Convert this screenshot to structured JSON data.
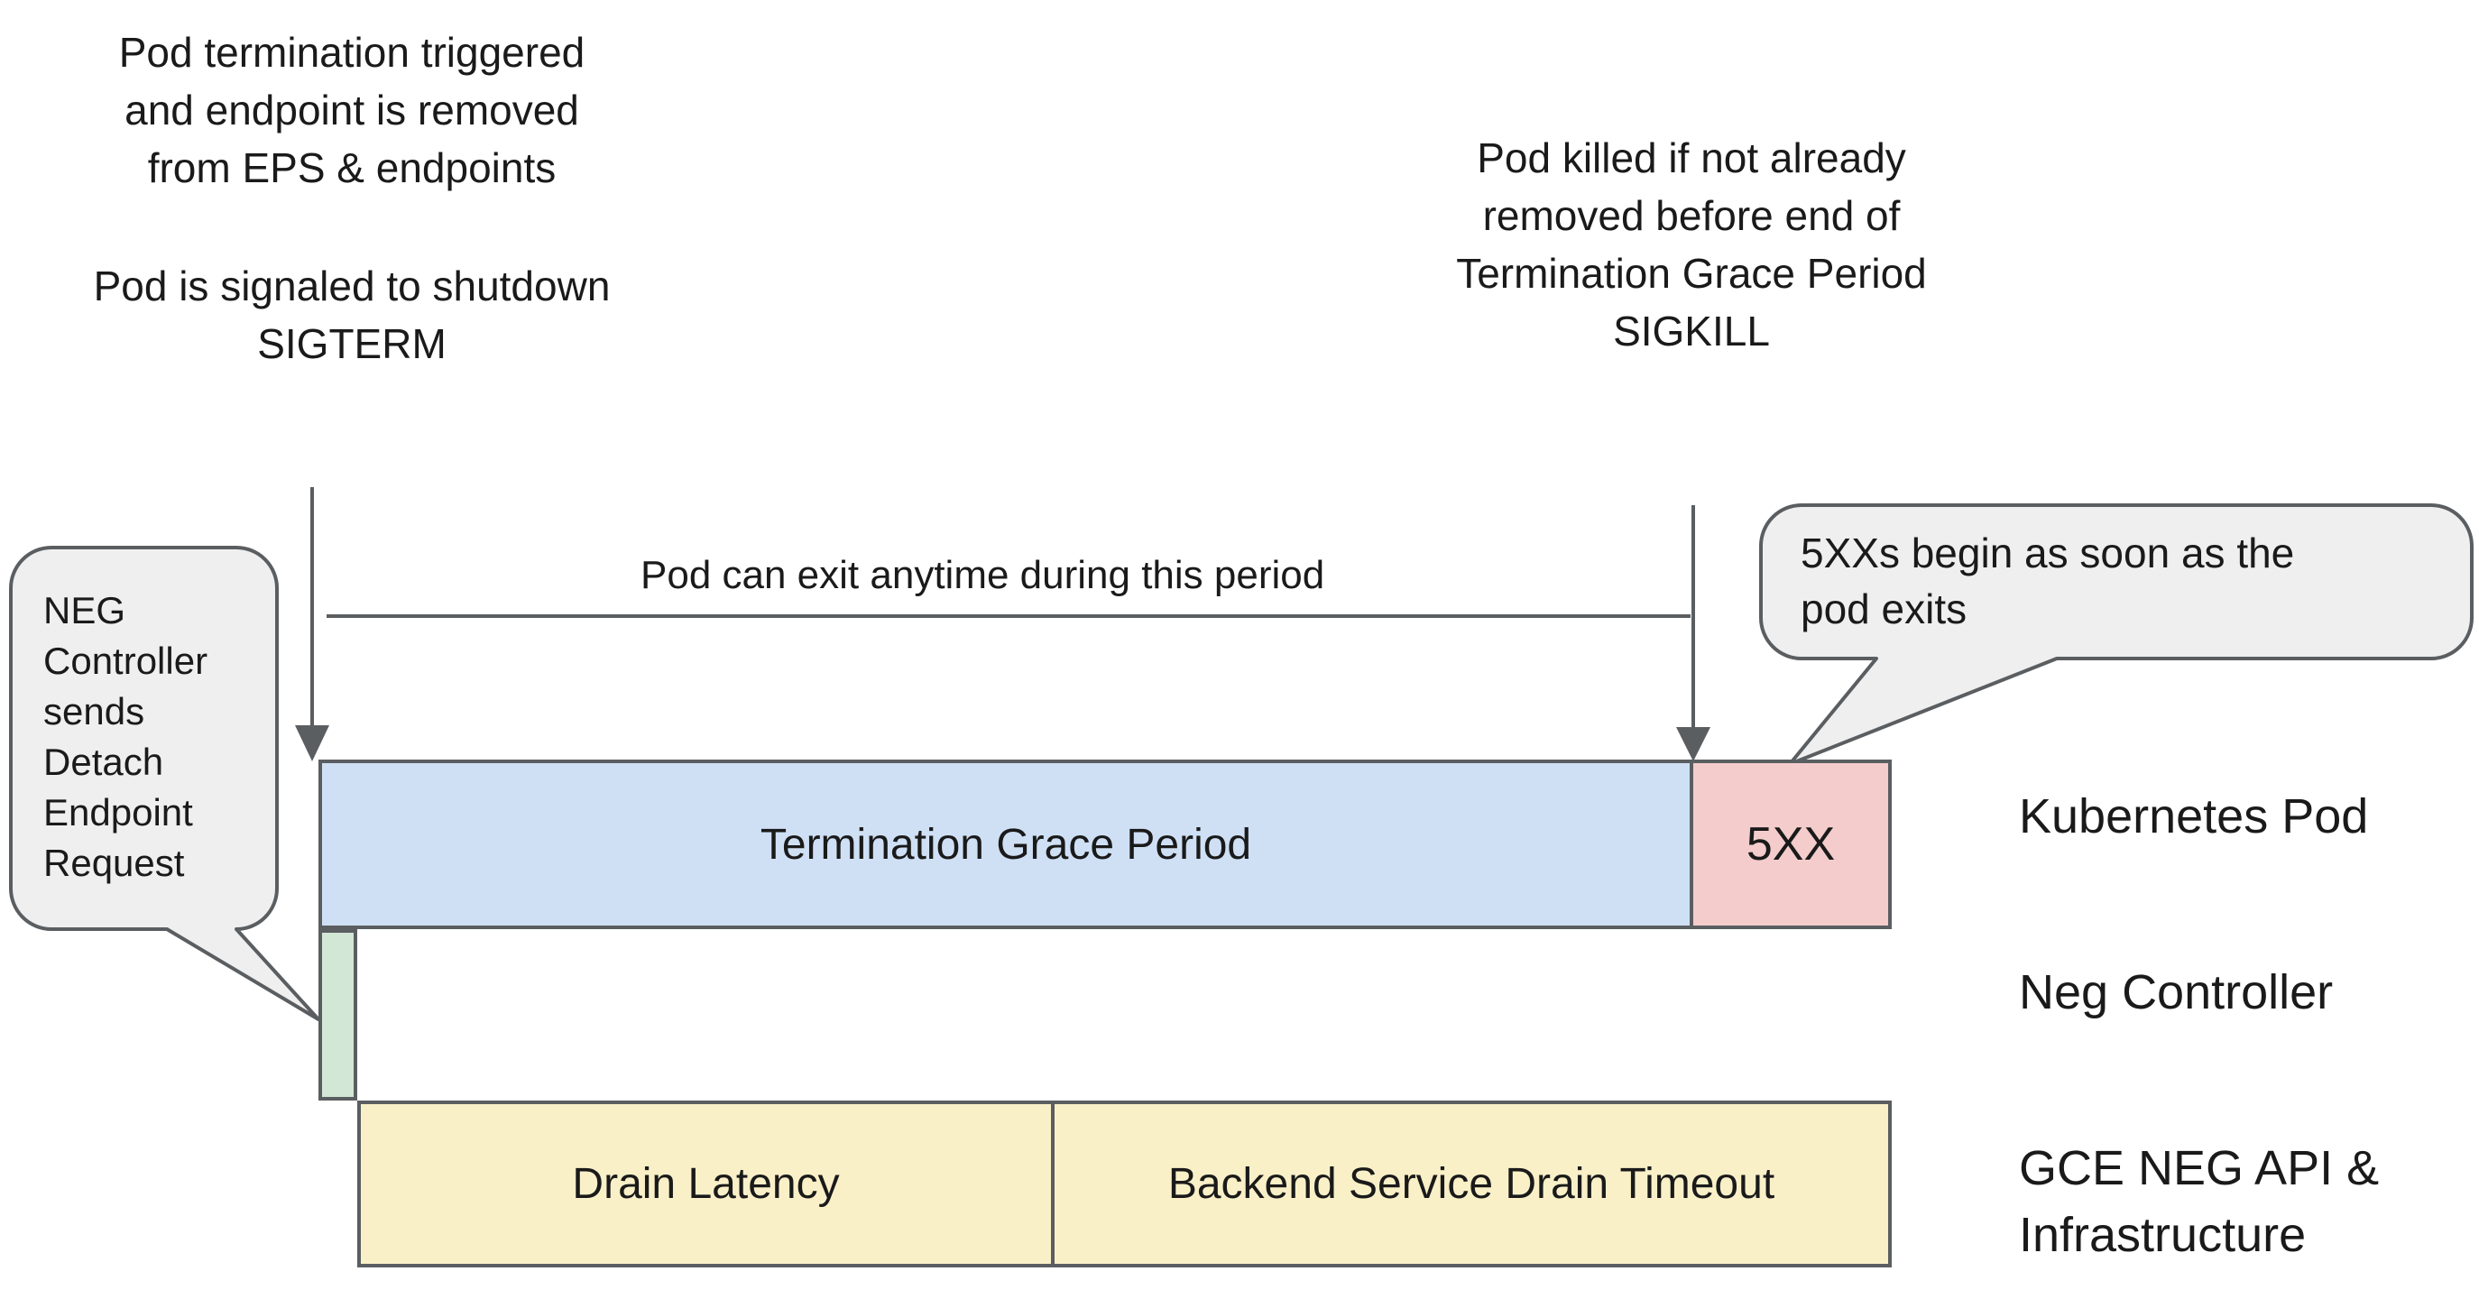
{
  "colors": {
    "grace_blue": "#cfe0f5",
    "error_red": "#f4cccc",
    "detach_green": "#d2e7d5",
    "drain_yellow": "#faf0c8",
    "callout_gray": "#efefef",
    "stroke_gray": "#5b5e61",
    "text_black": "#1a1a1a"
  },
  "annotations": {
    "pod_termination": {
      "line1": "Pod termination triggered",
      "line2": "and endpoint is removed",
      "line3": "from EPS & endpoints"
    },
    "pod_signal": {
      "line1": "Pod is signaled to shutdown",
      "line2": "SIGTERM"
    },
    "pod_killed": {
      "line1": "Pod killed if not already",
      "line2": "removed before end of",
      "line3": "Termination Grace Period",
      "line4": "SIGKILL"
    },
    "exit_period": "Pod can exit anytime during this period"
  },
  "callouts": {
    "neg_controller": {
      "line1": "NEG",
      "line2": "Controller",
      "line3": "sends",
      "line4": "Detach",
      "line5": "Endpoint",
      "line6": "Request"
    },
    "five_xx": {
      "line1": "5XXs begin as soon as the",
      "line2": "pod exits"
    }
  },
  "bars": {
    "termination_grace_period": "Termination Grace Period",
    "five_xx": "5XX",
    "drain_latency": "Drain Latency",
    "backend_service_drain_timeout": "Backend Service Drain Timeout"
  },
  "row_labels": {
    "kubernetes_pod": "Kubernetes Pod",
    "neg_controller": "Neg Controller",
    "gce_line1": "GCE NEG API &",
    "gce_line2": "Infrastructure"
  }
}
